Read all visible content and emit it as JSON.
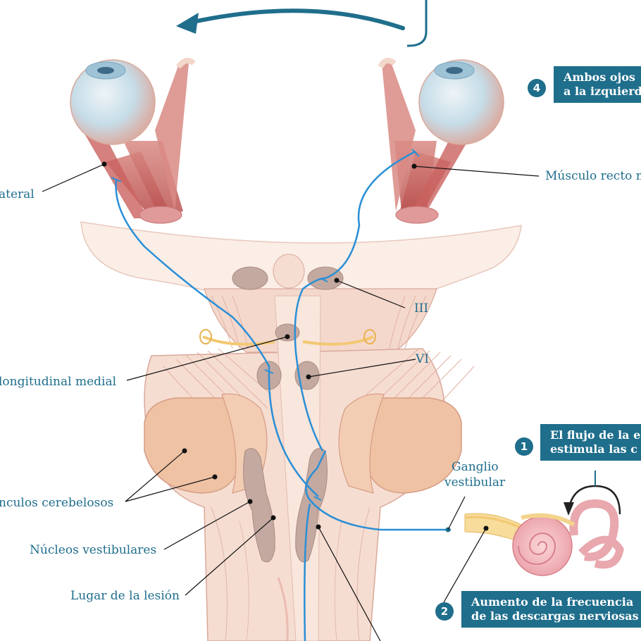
{
  "labels": {
    "lateral": "ateral",
    "recto": "Músculo recto m",
    "iii": "III",
    "vi": "VI",
    "flm": "longitudinal medial",
    "pedunculos": "nculos cerebelosos",
    "nucleos": "Núcleos vestibulares",
    "lesion": "Lugar de la lesión",
    "ganglio_1": "Ganglio",
    "ganglio_2": "vestibular"
  },
  "steps": [
    {
      "number": "1",
      "line1": "El flujo de la e",
      "line2": "estimula las c"
    },
    {
      "number": "2",
      "line1": "Aumento de la frecuencia",
      "line2": "de las descargas nerviosas"
    },
    {
      "number": "4",
      "line1": "Ambos ojos",
      "line2": "a la izquierd"
    }
  ],
  "colors": {
    "accent": "#1f6e8c",
    "nerve": "#2a8fd6",
    "muscle": "#c9625f",
    "tissue": "#f6ddd1",
    "outline": "#d9a99a",
    "nucleus": "#c4a9a0",
    "cerebellum": "#efc2a4"
  }
}
